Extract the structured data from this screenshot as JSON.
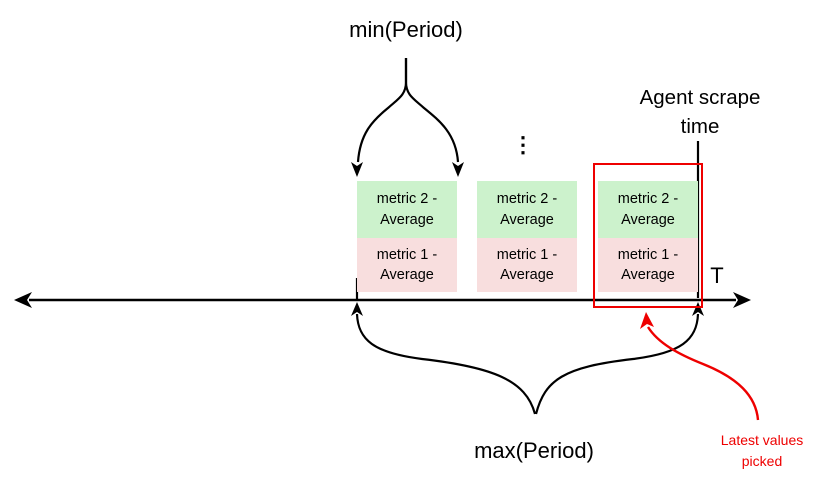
{
  "diagram": {
    "top_brace_label": "min(Period)",
    "bottom_brace_label": "max(Period)",
    "agent_label": "Agent scrape time",
    "axis_label": "T",
    "ellipsis": "⋮",
    "callout_label": "Latest values picked",
    "colors": {
      "green": "#ccf2cc",
      "pink": "#f8dede",
      "red": "#ee0000",
      "black": "#000000"
    },
    "groups": [
      {
        "metric2": "metric 2 - Average",
        "metric1": "metric 1 - Average"
      },
      {
        "metric2": "metric 2 - Average",
        "metric1": "metric 1 - Average"
      },
      {
        "metric2": "metric 2 - Average",
        "metric1": "metric 1 - Average"
      }
    ]
  }
}
